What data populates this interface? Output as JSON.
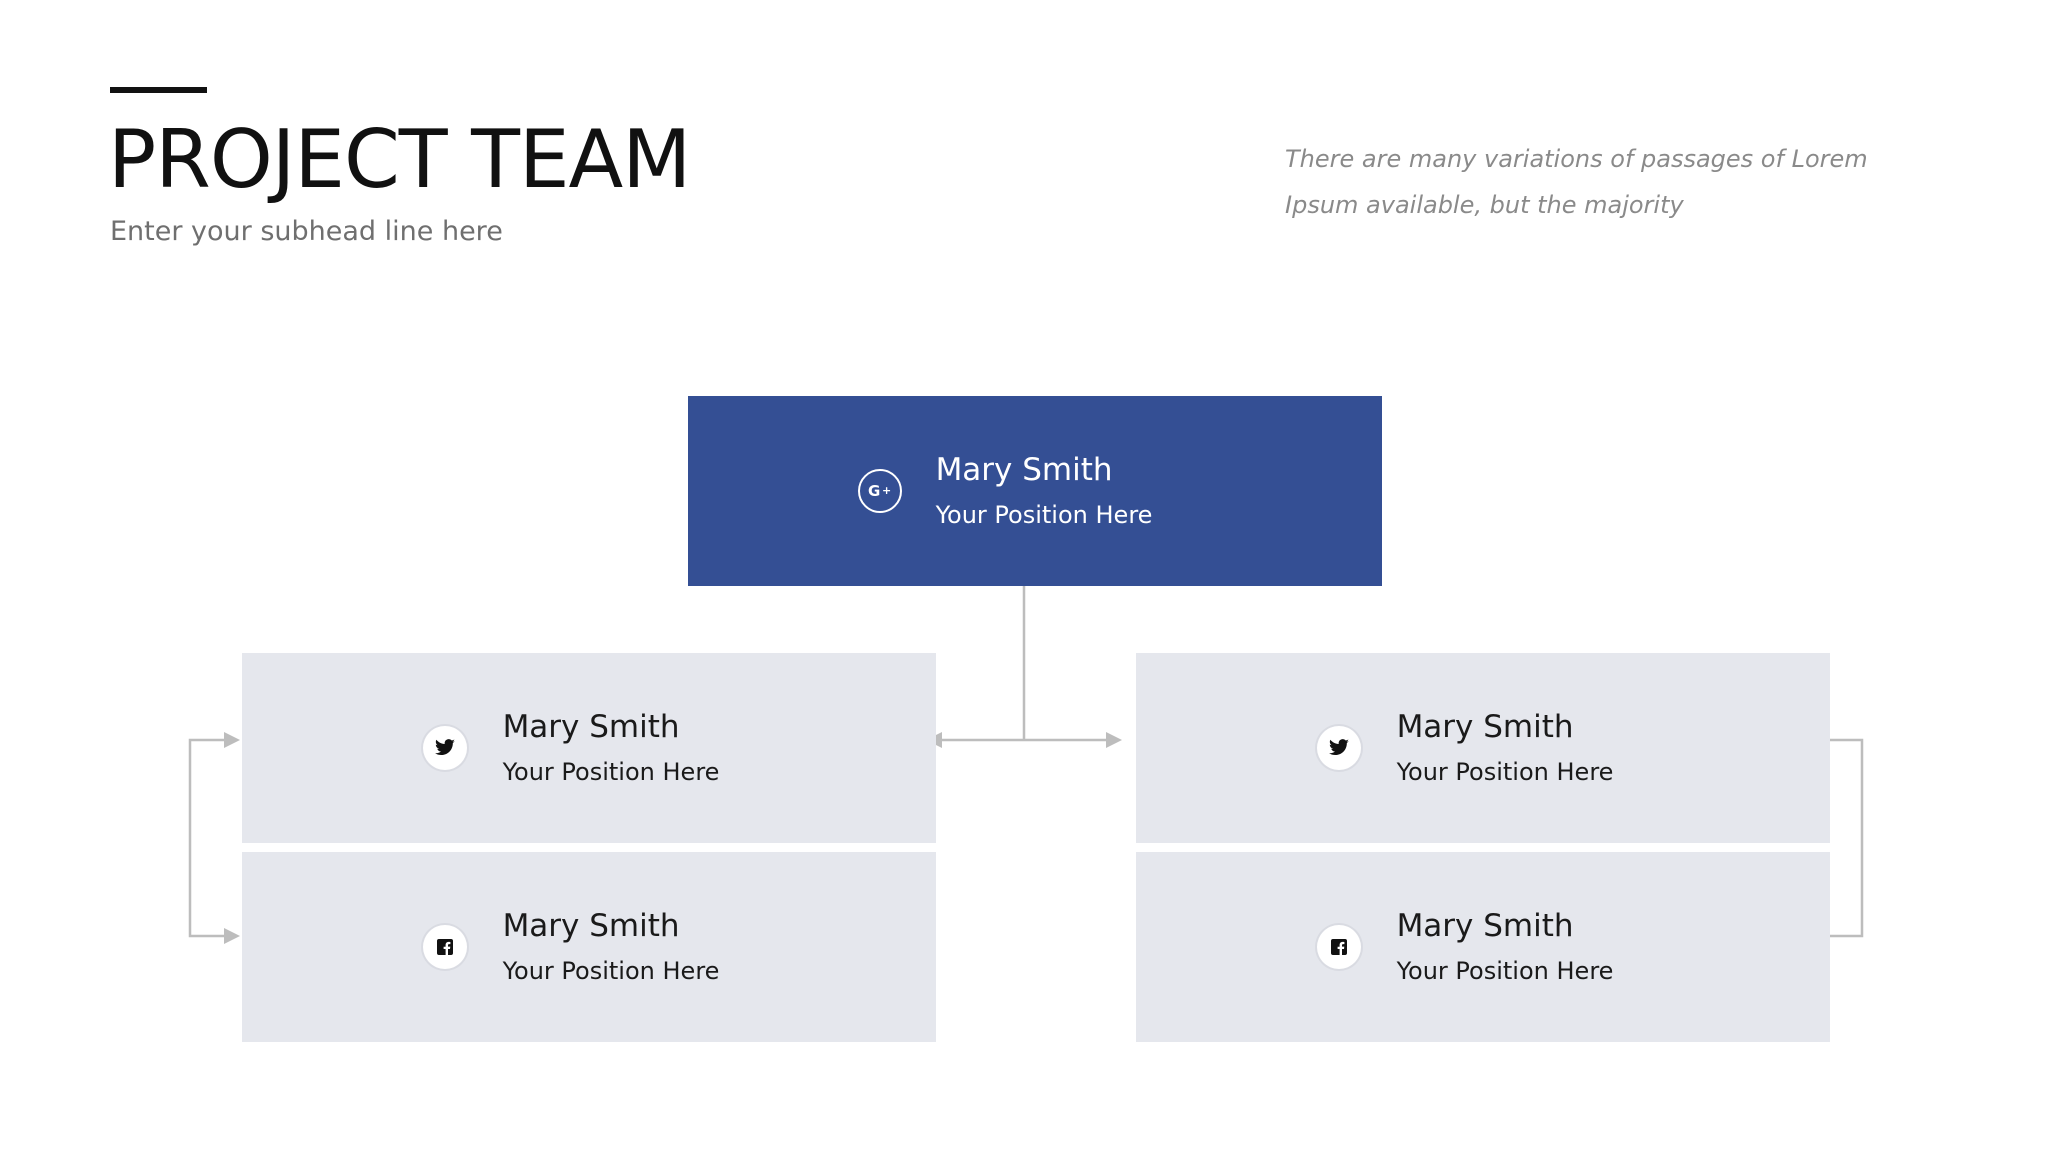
{
  "header": {
    "title": "PROJECT TEAM",
    "subhead": "Enter your subhead line here",
    "intro": "There are many variations of passages of Lorem Ipsum available, but the majority"
  },
  "colors": {
    "top_card": "#344f94",
    "sub_card": "#e5e7ed",
    "connector": "#bdbdbd"
  },
  "org": {
    "top": {
      "name": "Mary Smith",
      "position": "Your Position Here",
      "icon": "google-plus-icon"
    },
    "members": [
      {
        "name": "Mary Smith",
        "position": "Your Position Here",
        "icon": "twitter-icon"
      },
      {
        "name": "Mary Smith",
        "position": "Your Position Here",
        "icon": "facebook-icon"
      },
      {
        "name": "Mary Smith",
        "position": "Your Position Here",
        "icon": "twitter-icon"
      },
      {
        "name": "Mary Smith",
        "position": "Your Position Here",
        "icon": "facebook-icon"
      }
    ]
  }
}
